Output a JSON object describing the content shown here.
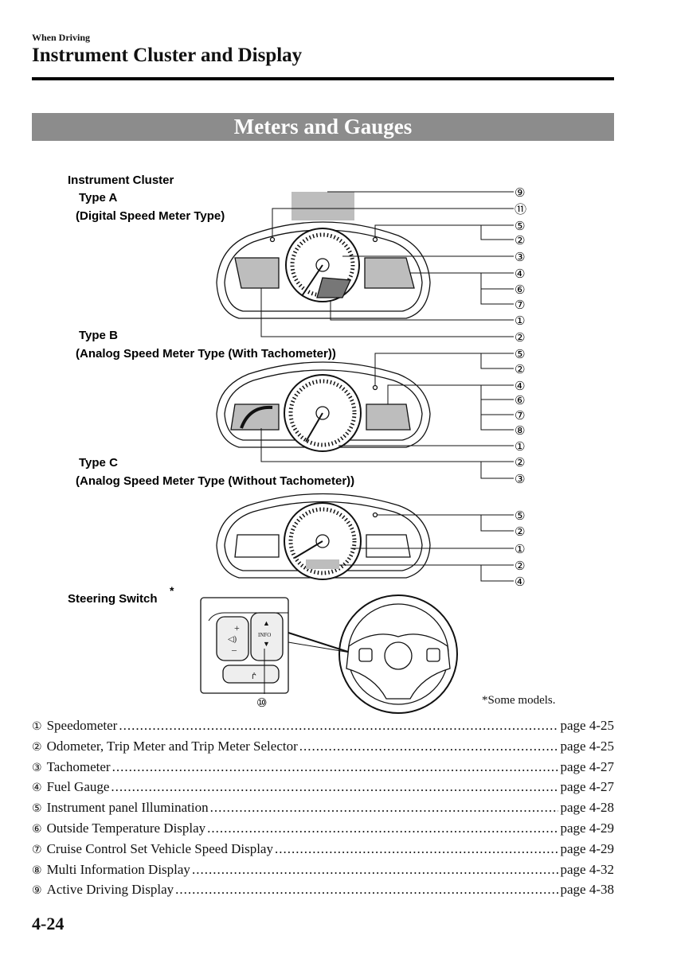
{
  "header": {
    "section": "When Driving",
    "title": "Instrument Cluster and Display",
    "banner": "Meters and Gauges"
  },
  "figure": {
    "heading": "Instrument Cluster",
    "type_a": "Type A",
    "type_a_desc": "(Digital Speed Meter Type)",
    "type_b": "Type B",
    "type_b_desc": "(Analog Speed Meter Type (With Tachometer))",
    "type_c": "Type C",
    "type_c_desc": "(Analog Speed Meter Type (Without Tachometer))",
    "steering": "Steering Switch",
    "steering_mark": "*",
    "switch_info": "INFO",
    "callout_10": "⑩",
    "callouts_a": [
      "⑨",
      "⑪",
      "⑤",
      "②",
      "③",
      "④",
      "⑥",
      "⑦",
      "①",
      "②"
    ],
    "callouts_b": [
      "⑤",
      "②",
      "④",
      "⑥",
      "⑦",
      "⑧",
      "①",
      "②",
      "③"
    ],
    "callouts_c": [
      "⑤",
      "②",
      "①",
      "②",
      "④"
    ],
    "note": "*Some models."
  },
  "toc": [
    {
      "num": "①",
      "label": "Speedometer",
      "page": "page 4-25"
    },
    {
      "num": "②",
      "label": "Odometer, Trip Meter and Trip Meter Selector",
      "page": "page 4-25"
    },
    {
      "num": "③",
      "label": "Tachometer",
      "page": "page 4-27"
    },
    {
      "num": "④",
      "label": "Fuel Gauge",
      "page": "page 4-27"
    },
    {
      "num": "⑤",
      "label": "Instrument panel Illumination",
      "page": "page 4-28"
    },
    {
      "num": "⑥",
      "label": "Outside Temperature Display",
      "page": "page 4-29"
    },
    {
      "num": "⑦",
      "label": "Cruise Control Set Vehicle Speed Display",
      "page": "page 4-29"
    },
    {
      "num": "⑧",
      "label": "Multi Information Display",
      "page": "page 4-32"
    },
    {
      "num": "⑨",
      "label": "Active Driving Display",
      "page": "page 4-38"
    }
  ],
  "footer": {
    "page": "4-24"
  }
}
